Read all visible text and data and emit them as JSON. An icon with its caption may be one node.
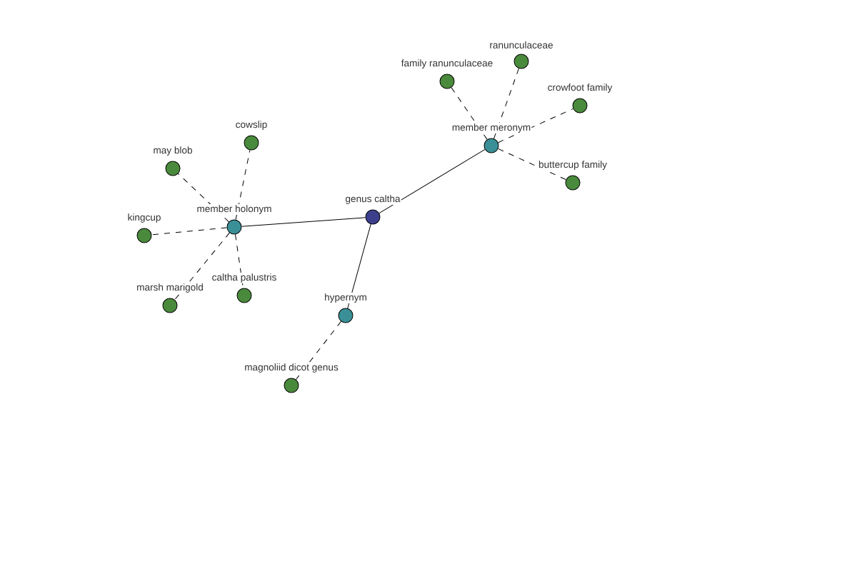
{
  "diagram": {
    "nodes": [
      {
        "text": [
          "genus caltha"
        ]
      },
      {
        "text": [
          "member holonym"
        ]
      },
      {
        "text": [
          "member meronym"
        ]
      },
      {
        "text": [
          "hypernym"
        ]
      },
      {
        "text": [
          "cowslip"
        ]
      },
      {
        "text": [
          "may blob"
        ]
      },
      {
        "text": [
          "kingcup"
        ]
      },
      {
        "text": [
          "marsh marigold"
        ]
      },
      {
        "text": [
          "caltha palustris"
        ]
      },
      {
        "text": [
          "family ranunculaceae"
        ]
      },
      {
        "text": [
          "ranunculaceae"
        ]
      },
      {
        "text": [
          "crowfoot family"
        ]
      },
      {
        "text": [
          "buttercup family"
        ]
      },
      {
        "text": [
          "magnoliid dicot genus"
        ]
      }
    ],
    "edges": [
      {
        "from": 0,
        "to": 1,
        "arrow": "none"
      },
      {
        "from": 0,
        "to": 2,
        "arrow": "none"
      },
      {
        "from": 0,
        "to": 3,
        "arrow": "none"
      },
      {
        "from": 1,
        "to": 4,
        "arrow": "none",
        "style": "dashed"
      },
      {
        "from": 1,
        "to": 5,
        "arrow": "none",
        "style": "dashed"
      },
      {
        "from": 1,
        "to": 6,
        "arrow": "none",
        "style": "dashed"
      },
      {
        "from": 1,
        "to": 7,
        "arrow": "none",
        "style": "dashed"
      },
      {
        "from": 1,
        "to": 8,
        "arrow": "none",
        "style": "dashed"
      },
      {
        "from": 2,
        "to": 9,
        "arrow": "none",
        "style": "dashed"
      },
      {
        "from": 2,
        "to": 10,
        "arrow": "none",
        "style": "dashed"
      },
      {
        "from": 2,
        "to": 11,
        "arrow": "none",
        "style": "dashed"
      },
      {
        "from": 2,
        "to": 12,
        "arrow": "none",
        "style": "dashed"
      },
      {
        "from": 3,
        "to": 13,
        "arrow": "none",
        "style": "dashed"
      }
    ]
  }
}
